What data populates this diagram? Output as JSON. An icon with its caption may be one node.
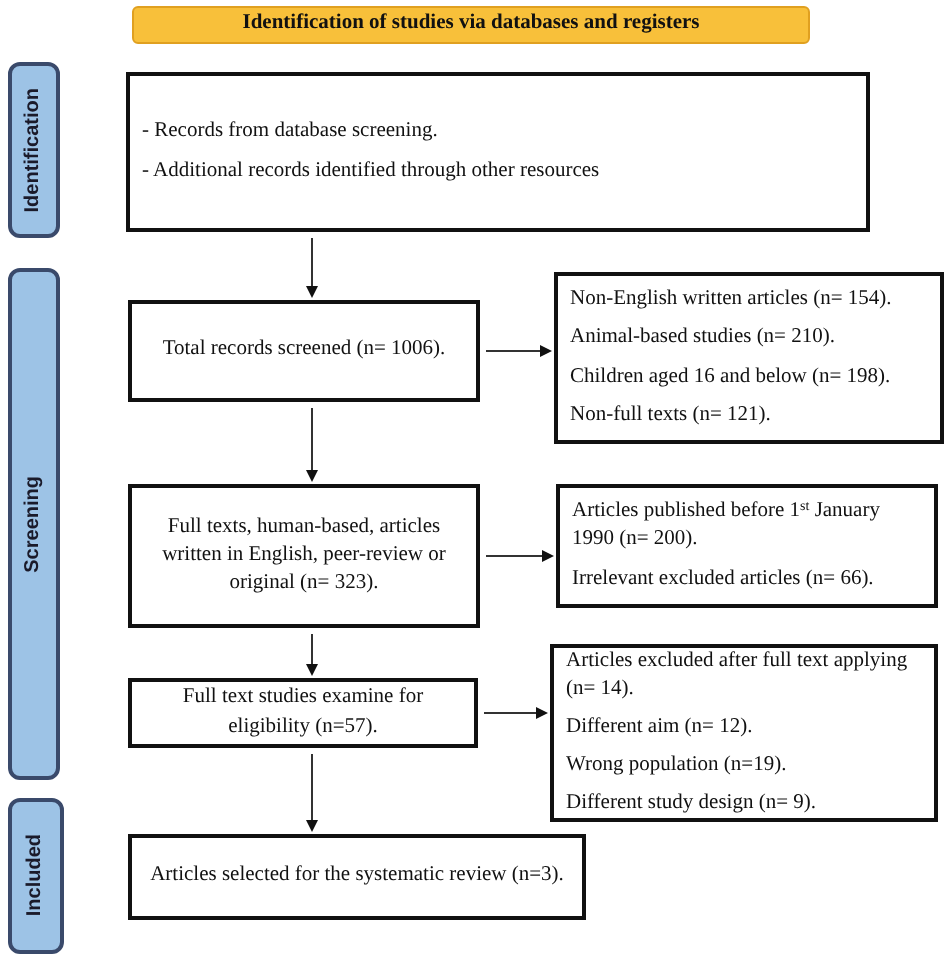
{
  "diagram": {
    "title": "Identification of studies via databases and registers",
    "nodes": [
      {
        "text": [
          "Identification"
        ]
      },
      {
        "text": [
          "Screening"
        ]
      },
      {
        "text": [
          "Included"
        ]
      },
      {
        "text": [
          "- Records from database screening.",
          "- Additional records identified through other resources"
        ]
      },
      {
        "text": [
          "Total records screened (n= 1006)."
        ]
      },
      {
        "text": [
          "Non-English written articles (n= 154).",
          "Animal-based studies (n= 210).",
          "Children aged 16 and below (n= 198).",
          "Non-full texts (n= 121)."
        ]
      },
      {
        "text": [
          "Full texts, human-based, articles written in English, peer-review or original (n= 323)."
        ]
      },
      {
        "text": [
          "Articles published before 1$^{st}$ January 1990 (n= 200).",
          "Irrelevant excluded articles (n= 66)."
        ]
      },
      {
        "text": [
          "Full text studies examine for eligibility (n=57)."
        ]
      },
      {
        "text": [
          "Articles excluded after full text applying (n= 14).",
          "Different aim (n= 12).",
          "Wrong population (n=19).",
          "Different study design (n= 9)."
        ]
      },
      {
        "text": [
          "Articles selected for the systematic review (n=3)."
        ]
      }
    ],
    "edges": [
      {
        "from": 3,
        "to": 4,
        "arrow": "to"
      },
      {
        "from": 4,
        "to": 5,
        "arrow": "to"
      },
      {
        "from": 4,
        "to": 6,
        "arrow": "to"
      },
      {
        "from": 6,
        "to": 7,
        "arrow": "to"
      },
      {
        "from": 6,
        "to": 8,
        "arrow": "to"
      },
      {
        "from": 8,
        "to": 9,
        "arrow": "to"
      },
      {
        "from": 8,
        "to": 10,
        "arrow": "to"
      }
    ]
  }
}
